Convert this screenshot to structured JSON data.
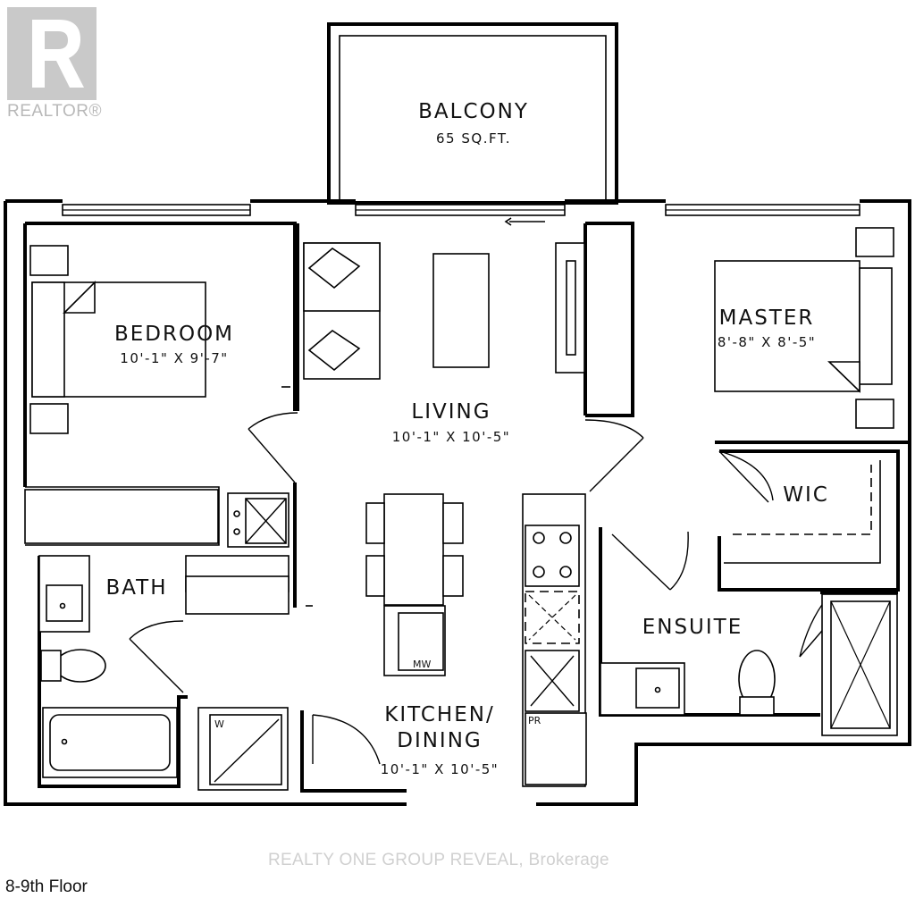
{
  "logo": {
    "text": "REALTOR®"
  },
  "rooms": {
    "balcony": {
      "name": "BALCONY",
      "area": "65 SQ.FT."
    },
    "bedroom": {
      "name": "BEDROOM",
      "size": "10'-1\" X 9'-7\""
    },
    "living": {
      "name": "LIVING",
      "size": "10'-1\" X 10'-5\""
    },
    "master": {
      "name": "MASTER",
      "size": "8'-8\" X 8'-5\""
    },
    "wic": {
      "name": "WIC"
    },
    "bath": {
      "name": "BATH"
    },
    "ensuite": {
      "name": "ENSUITE"
    },
    "kitchen": {
      "name": "KITCHEN/",
      "name2": "DINING",
      "size": "10'-1\" X 10'-5\""
    }
  },
  "fixtures": {
    "microwave": "MW",
    "washer": "W",
    "pantry": "PR"
  },
  "footer": {
    "floor": "8-9th Floor",
    "brokerage": "REALTY ONE GROUP REVEAL, Brokerage"
  }
}
